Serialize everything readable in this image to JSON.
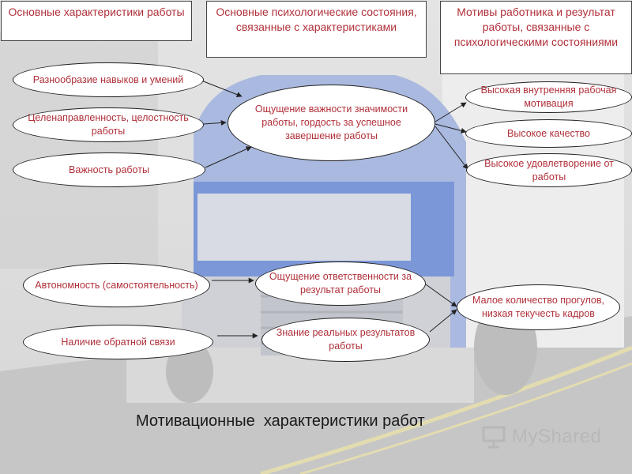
{
  "headers": {
    "col1": "Основные характеристики работы",
    "col2": "Основные психологические состояния, связанные с характеристиками",
    "col3": "Мотивы работника и результат работы, связанные с психологическими состояниями"
  },
  "characteristics": {
    "variety": "Разнообразие навыков и умений",
    "identity": "Целенаправленность, целостность работы",
    "significance": "Важность работы",
    "autonomy": "Автономность (самостоятельность)",
    "feedback": "Наличие обратной связи"
  },
  "states": {
    "meaningfulness": "Ощущение важности значимости работы, гордость за успешное завершение работы",
    "responsibility": "Ощущение ответственности за результат работы",
    "knowledge": "Знание реальных результатов работы"
  },
  "outcomes": {
    "motivation": "Высокая внутренняя рабочая мотивация",
    "quality": "Высокое качество",
    "satisfaction": "Высокое удовлетворение от работы",
    "absenteeism": "Малое количество прогулов, низкая текучесть кадров"
  },
  "caption": "Мотивационные  характеристики работ",
  "watermark": "MyShared",
  "colors": {
    "text": "#b0303a",
    "truck": "#3a63c8"
  }
}
